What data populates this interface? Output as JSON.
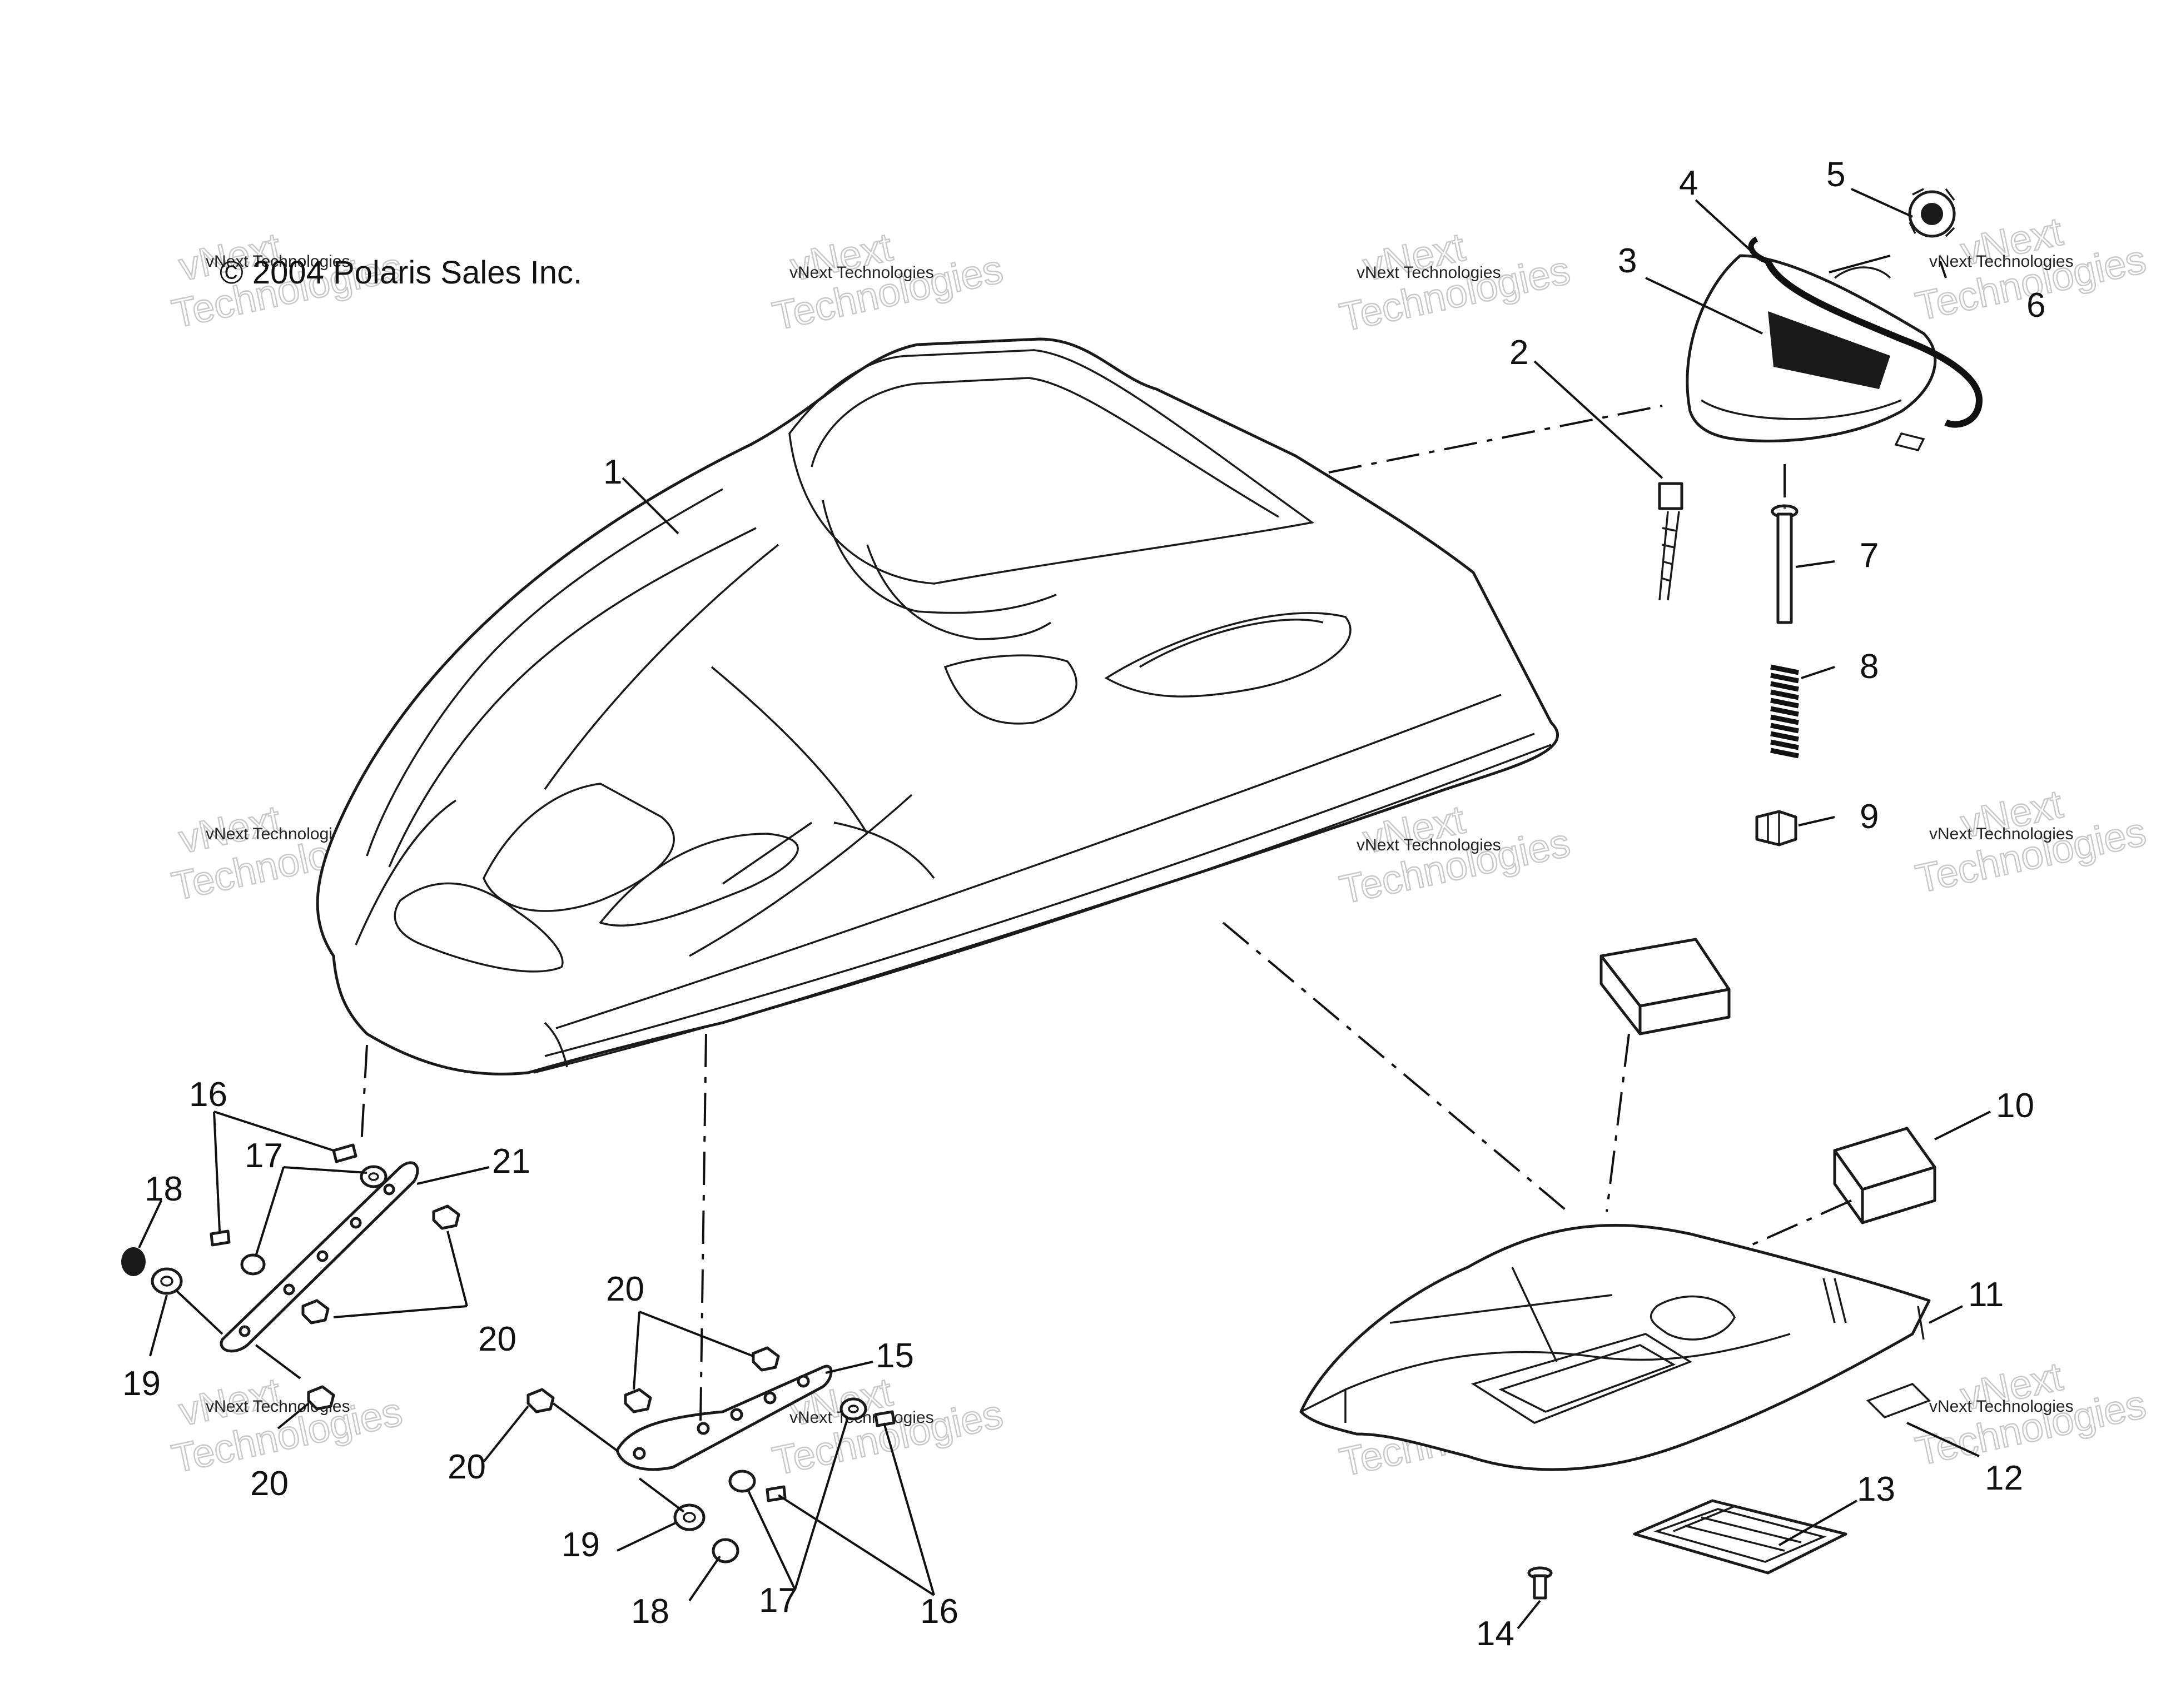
{
  "copyright": "© 2004 Polaris Sales Inc.",
  "watermark": {
    "small": "vNext Technologies",
    "large_line1": "vNext",
    "large_line2": "Technologies"
  },
  "callouts": {
    "c1": "1",
    "c2": "2",
    "c3": "3",
    "c4": "4",
    "c5": "5",
    "c6": "6",
    "c7": "7",
    "c8": "8",
    "c9": "9",
    "c10": "10",
    "c11": "11",
    "c12": "12",
    "c13": "13",
    "c14": "14",
    "c15": "15",
    "c16a": "16",
    "c16b": "16",
    "c17a": "17",
    "c17b": "17",
    "c18a": "18",
    "c18b": "18",
    "c19a": "19",
    "c19b": "19",
    "c20a": "20",
    "c20b": "20",
    "c20c": "20",
    "c20d": "20",
    "c21": "21"
  },
  "colors": {
    "line": "#1a1a1a",
    "background": "#ffffff",
    "watermark": "#c9c9c9"
  }
}
